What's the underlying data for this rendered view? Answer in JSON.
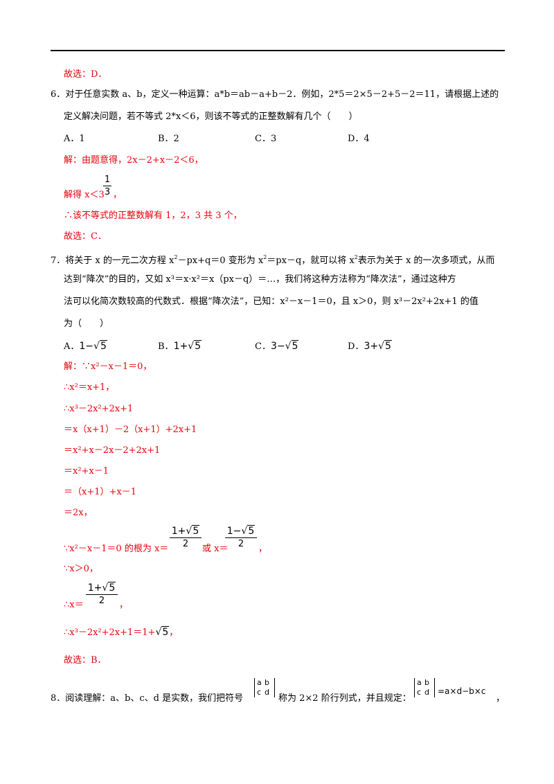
{
  "q5": {
    "answer": "故选：D．"
  },
  "q6": {
    "line1": "6．对于任意实数 a、b，定义一种运算：a*b＝ab－a+b－2．例如，2*5＝2×5－2+5－2＝11，请根据上述的",
    "line2": "定义解决问题，若不等式 2*x＜6，则该不等式的正整数解有几个（　　）",
    "options": [
      "A．1",
      "B．2",
      "C．3",
      "D．4"
    ],
    "sol1": "解：由题意得，2x－2+x－2＜6，",
    "sol2_pre": "解得 x＜3",
    "sol2_frac_num": "1",
    "sol2_frac_den": "3",
    "sol2_post": "，",
    "sol3": "∴该不等式的正整数解有 1，2，3 共 3 个，",
    "answer": "故选：C．"
  },
  "q7": {
    "line1a": "7．将关于 x 的一元二次方程 x",
    "line1b": "－px+q＝0 变形为 x",
    "line1c": "＝px－q，就可以将 x",
    "line1d": "表示为关于 x 的一次多项式，从而",
    "line2": "达到“降次”的目的，又如 x³＝x·x²＝x（px－q）＝…，我们将这种方法称为“降次法”，通过这种方",
    "line3": "法可以化简次数较高的代数式．根据“降次法”，已知：x²－x－1＝0，且 x＞0，则 x³－2x²+2x+1 的值",
    "line4": "为（　　）",
    "sq": "2",
    "opt_letters": [
      "A．",
      "B．",
      "C．",
      "D．"
    ],
    "opt_pre": [
      "1−",
      "1+",
      "3−",
      "3+"
    ],
    "opt_rad": "5",
    "s1": "解：∵x²－x－1＝0，",
    "s2": "∴x²＝x+1，",
    "s3": "∴x³－2x²+2x+1",
    "s4": "＝x（x+1）－2（x+1）+2x+1",
    "s5": "＝x²+x－2x－2+2x+1",
    "s6": "＝x²+x－1",
    "s7": "＝（x+1）+x－1",
    "s8": "＝2x，",
    "root_pre": "∵x²－x－1＝0 的根为 x＝",
    "root_mid": "或 x＝",
    "root_post": "，",
    "frac_num1": "1+",
    "frac_num2": "1−",
    "frac_den": "2",
    "s10": "∵x＞0，",
    "s11_pre": "∴x＝",
    "s11_post": "，",
    "s12_pre": "∴x³－2x²+2x+1＝1+",
    "s12_post": "，",
    "answer": "故选：B．"
  },
  "q8": {
    "pre": "8．阅读理解：a、b、c、d 是实数，我们把符号",
    "mid": "称为 2×2 阶行列式，并且规定：",
    "rule": "=a×d−b×c",
    "post": "，",
    "det": [
      "a",
      "b",
      "c",
      "d"
    ]
  }
}
